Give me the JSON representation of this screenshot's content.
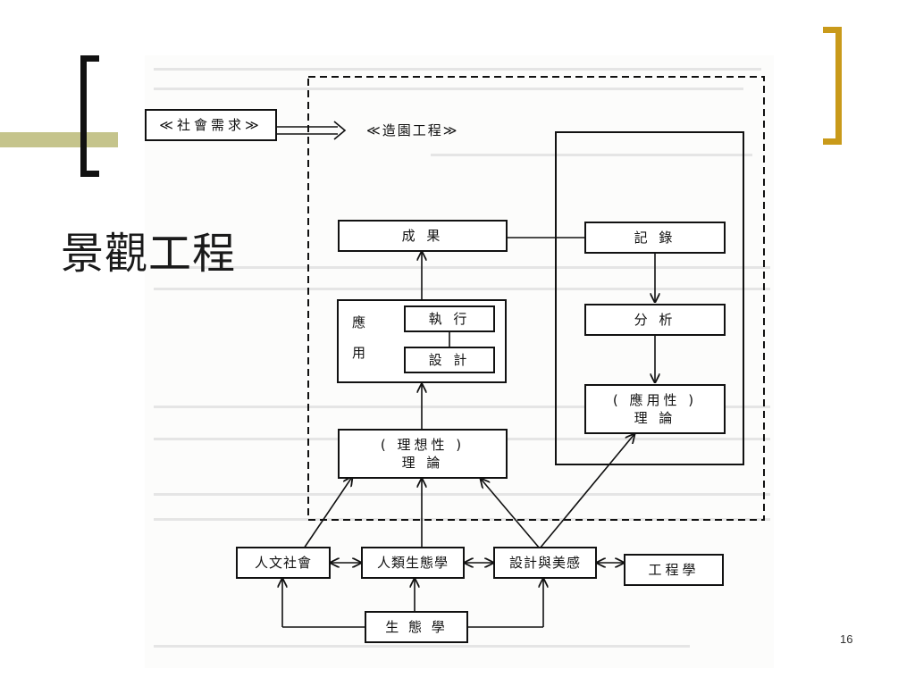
{
  "slide": {
    "title": "景觀工程",
    "page_number": "16"
  },
  "diagram": {
    "society_need": "≪社會需求≫",
    "landscape_engineering": "≪造園工程≫",
    "result": "成 果",
    "application_label_1": "應",
    "application_label_2": "用",
    "execution": "執 行",
    "design": "設 計",
    "ideal_theory_line1": "( 理想性 )",
    "ideal_theory_line2": "理 論",
    "record": "記 錄",
    "analysis": "分 析",
    "applied_theory_line1": "( 應用性 )",
    "applied_theory_line2": "理 論",
    "humanities_society": "人文社會",
    "human_ecology": "人類生態學",
    "design_aesthetics": "設計與美感",
    "engineering": "工程學",
    "ecology": "生 態 學"
  },
  "colors": {
    "olive_bar": "#c5c48c",
    "right_bracket": "#c99a1a",
    "ink": "#111111"
  }
}
